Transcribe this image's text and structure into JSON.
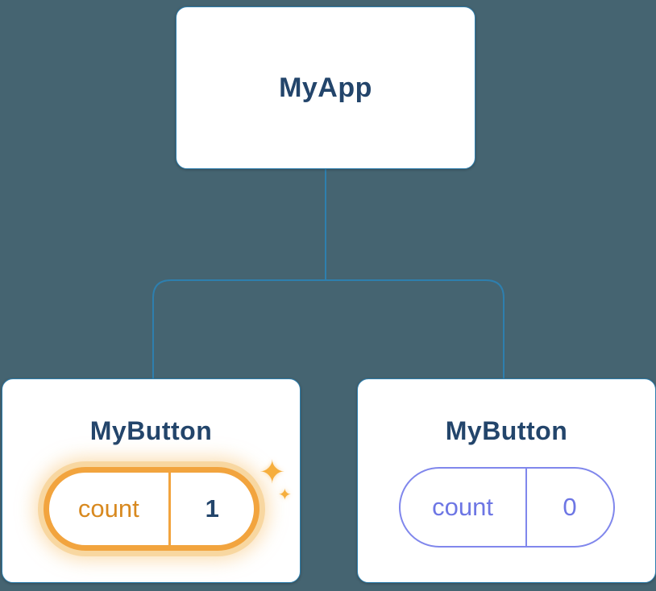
{
  "diagram": {
    "nodes": {
      "root": {
        "label": "MyApp"
      },
      "left": {
        "label": "MyButton",
        "state": {
          "name": "count",
          "value": "1",
          "highlighted": true
        }
      },
      "right": {
        "label": "MyButton",
        "state": {
          "name": "count",
          "value": "0",
          "highlighted": false
        }
      }
    },
    "icons": {
      "sparkle_large": "✦",
      "sparkle_small": "✦"
    },
    "colors": {
      "background": "#456471",
      "connector": "#2E7FAE",
      "node_text": "#23456B",
      "highlight_border": "#F2A43E",
      "highlight_text": "#D8891F",
      "state_purple": "#6D76E4"
    }
  }
}
